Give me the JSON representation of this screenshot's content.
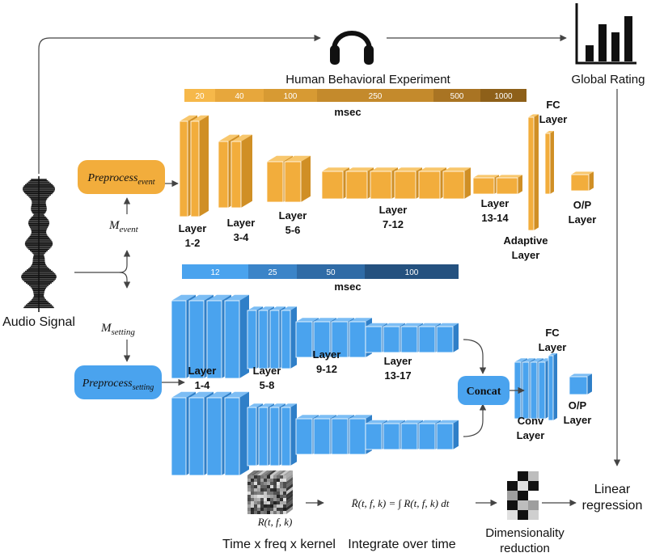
{
  "labels": {
    "human_experiment": "Human Behavioral Experiment",
    "global_rating": "Global Rating",
    "audio_signal": "Audio Signal",
    "msec_top": "msec",
    "msec_mid": "msec",
    "preprocess_event_main": "Preprocess",
    "preprocess_event_sub": "event",
    "preprocess_setting_main": "Preprocess",
    "preprocess_setting_sub": "setting",
    "m_event_main": "M",
    "m_event_sub": "event",
    "m_setting_main": "M",
    "m_setting_sub": "setting",
    "concat": "Concat",
    "linear_regression_1": "Linear",
    "linear_regression_2": "regression",
    "time_freq_kernel": "Time x freq x kernel",
    "integrate": "Integrate over time",
    "dim_red_1": "Dimensionality",
    "dim_red_2": "reduction",
    "r_label": "R(t, f, k)",
    "rbar_formula": "R̄(t, f, k) = ∫ R(t, f, k) dt"
  },
  "event_scale": {
    "ticks": [
      "20",
      "40",
      "100",
      "250",
      "500",
      "1000"
    ],
    "colors": [
      "#f6b84a",
      "#e7a73c",
      "#d79a33",
      "#c48a2c",
      "#a97423",
      "#8e6019"
    ]
  },
  "setting_scale": {
    "ticks": [
      "12",
      "25",
      "50",
      "100"
    ],
    "colors": [
      "#4aa3ee",
      "#3b84c8",
      "#2f6ba6",
      "#24517f"
    ]
  },
  "event_layers": [
    {
      "l1": "Layer",
      "l2": "1-2"
    },
    {
      "l1": "Layer",
      "l2": "3-4"
    },
    {
      "l1": "Layer",
      "l2": "5-6"
    },
    {
      "l1": "Layer",
      "l2": "7-12"
    },
    {
      "l1": "Layer",
      "l2": "13-14"
    },
    {
      "l1": "Adaptive",
      "l2": "Layer"
    },
    {
      "l1": "FC",
      "l2": "Layer"
    },
    {
      "l1": "O/P",
      "l2": "Layer"
    }
  ],
  "setting_layers": [
    {
      "l1": "Layer",
      "l2": "1-4"
    },
    {
      "l1": "Layer",
      "l2": "5-8"
    },
    {
      "l1": "Layer",
      "l2": "9-12"
    },
    {
      "l1": "Layer",
      "l2": "13-17"
    },
    {
      "l1": "Conv",
      "l2": "Layer"
    },
    {
      "l1": "FC",
      "l2": "Layer"
    },
    {
      "l1": "O/P",
      "l2": "Layer"
    }
  ],
  "colors": {
    "orange": "#f2ad3c",
    "orange_dark": "#d08f25",
    "orange_light": "#f8c76d",
    "blue": "#4aa3ee",
    "blue_dark": "#2f7fc8",
    "blue_light": "#7cbdf4"
  },
  "icons": [
    "headphones-icon",
    "bar-chart-icon",
    "waveform-icon"
  ]
}
